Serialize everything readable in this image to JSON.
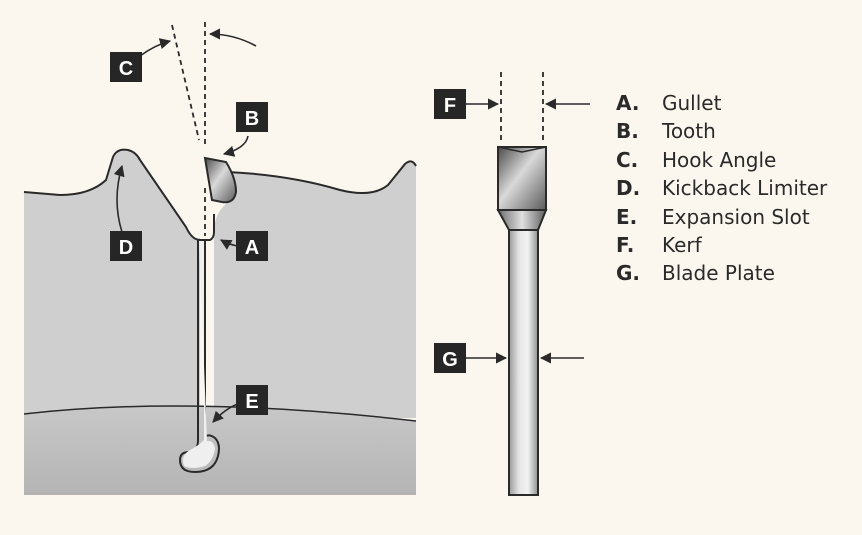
{
  "colors": {
    "background": "#fbf7ee",
    "blade": "#cfcfcf",
    "blade_lower": "#c3c3c3",
    "outline": "#2a2a2a",
    "label_box": "#262626",
    "label_text": "#ffffff"
  },
  "callouts": {
    "a": "A",
    "b": "B",
    "c": "C",
    "d": "D",
    "e": "E",
    "f": "F",
    "g": "G"
  },
  "legend": [
    {
      "letter": "A.",
      "text": "Gullet"
    },
    {
      "letter": "B.",
      "text": "Tooth"
    },
    {
      "letter": "C.",
      "text": "Hook Angle"
    },
    {
      "letter": "D.",
      "text": "Kickback Limiter"
    },
    {
      "letter": "E.",
      "text": "Expansion Slot"
    },
    {
      "letter": "F.",
      "text": "Kerf"
    },
    {
      "letter": "G.",
      "text": "Blade Plate"
    }
  ]
}
